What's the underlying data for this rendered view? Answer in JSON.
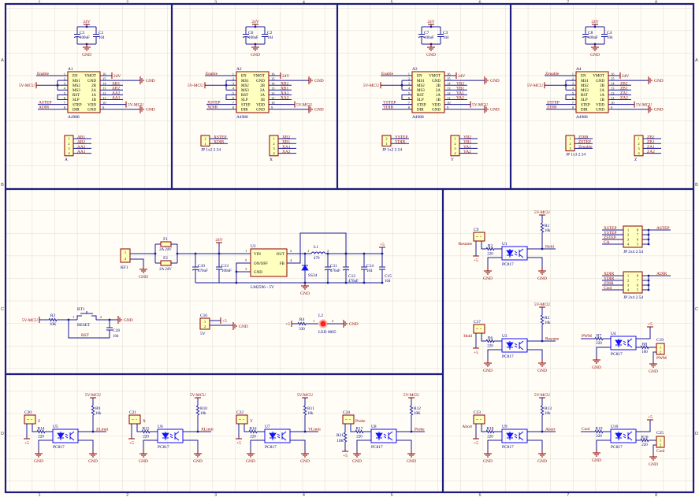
{
  "sheet": {
    "columns": [
      "1",
      "2",
      "3",
      "4",
      "5",
      "6",
      "7",
      "8"
    ],
    "rows": [
      "A",
      "B",
      "C",
      "D"
    ]
  },
  "colors": {
    "wire": "#1a1a9a",
    "border": "#1c1c80",
    "component": "#8b0000",
    "component_fill": "#ffffc0",
    "optocoupler": "#1010ff",
    "net_label": "#8b0000",
    "background": "#fffdf6",
    "grid": "#dcdcd2"
  },
  "a4988_pins": {
    "left": [
      "EN",
      "MS1",
      "MS2",
      "MS3",
      "RST",
      "SLP",
      "STEP",
      "DIR"
    ],
    "right": [
      "VMOT",
      "GND",
      "2B",
      "2A",
      "1A",
      "1B",
      "VDD",
      "GND"
    ],
    "left_numbers": [
      "1",
      "2",
      "3",
      "4",
      "5",
      "6",
      "7",
      "8"
    ],
    "right_numbers": [
      "16",
      "15",
      "14",
      "13",
      "12",
      "11",
      "10",
      "9"
    ]
  },
  "drivers": [
    {
      "designator": "A1",
      "part": "A4988",
      "cap_polar": {
        "designator": "C5",
        "value": "100uF"
      },
      "cap": {
        "designator": "C1",
        "value": "104"
      },
      "vmot": "24V",
      "gnd": "GND",
      "enable": "Enable",
      "mcu": "5V-MCU",
      "step": "ASTEP",
      "dir": "ADIR",
      "coils": [
        "AB1",
        "AB2",
        "AA2",
        "AA1"
      ],
      "connectors": [
        {
          "designator": "A",
          "part": "",
          "pins": [
            "1",
            "2",
            "3",
            "4"
          ],
          "nets": [
            "AB1",
            "AB2",
            "AA2",
            "AA1"
          ]
        }
      ]
    },
    {
      "designator": "A2",
      "part": "A4988",
      "cap_polar": {
        "designator": "C6",
        "value": "100uF"
      },
      "cap": {
        "designator": "C2",
        "value": "104"
      },
      "vmot": "24V",
      "gnd": "GND",
      "enable": "Enable",
      "mcu": "5V-MCU",
      "step": "XSTEP",
      "dir": "XDIR",
      "coils": [
        "XB2",
        "XB1",
        "XA1",
        "XA2"
      ],
      "connectors": [
        {
          "designator": "",
          "part": "JP 1x2 2.54",
          "pins": [
            "2",
            "1"
          ],
          "nets": [
            "XSTEP",
            "XDIR"
          ]
        },
        {
          "designator": "X",
          "part": "",
          "pins": [
            "1",
            "2",
            "3",
            "4"
          ],
          "nets": [
            "XB2",
            "XB1",
            "XA1",
            "XA2"
          ]
        }
      ]
    },
    {
      "designator": "A3",
      "part": "A4988",
      "cap_polar": {
        "designator": "C7",
        "value": "100uF"
      },
      "cap": {
        "designator": "C3",
        "value": "104"
      },
      "vmot": "24V",
      "gnd": "GND",
      "enable": "Enable",
      "mcu": "5V-MCU",
      "step": "YSTEP",
      "dir": "YDIR",
      "coils": [
        "YB2",
        "YB1",
        "YA1",
        "YA2"
      ],
      "connectors": [
        {
          "designator": "",
          "part": "JP 1x2 2.54",
          "pins": [
            "2",
            "1"
          ],
          "nets": [
            "YSTEP",
            "YDIR"
          ]
        },
        {
          "designator": "Y",
          "part": "",
          "pins": [
            "1",
            "2",
            "3",
            "4"
          ],
          "nets": [
            "YB2",
            "YB1",
            "YA1",
            "YA2"
          ]
        }
      ]
    },
    {
      "designator": "A4",
      "part": "A4988",
      "cap_polar": {
        "designator": "C8",
        "value": "100uF"
      },
      "cap": {
        "designator": "C4",
        "value": "104"
      },
      "vmot": "24V",
      "gnd": "GND",
      "enable": "Zenable",
      "mcu": "5V-MCU",
      "step": "ZSTEP",
      "dir": "ZDIR",
      "coils": [
        "ZB2",
        "ZB1",
        "ZA1",
        "ZA2"
      ],
      "connectors": [
        {
          "designator": "",
          "part": "JP 1x3 2.54",
          "pins": [
            "1",
            "2",
            "3"
          ],
          "nets": [
            "ZDIR",
            "ZSTEP",
            "Zenable"
          ]
        },
        {
          "designator": "Z",
          "part": "",
          "pins": [
            "1",
            "2",
            "3",
            "4"
          ],
          "nets": [
            "ZB2",
            "ZB1",
            "ZA1",
            "ZA2"
          ]
        }
      ]
    }
  ],
  "power": {
    "kf1": {
      "designator": "KF1",
      "pins": [
        "1",
        "2"
      ],
      "gnd": "GND"
    },
    "f1": {
      "designator": "F1",
      "value": "2A 24V"
    },
    "f2": {
      "designator": "F2",
      "value": "2A 24V"
    },
    "v24": "24V",
    "c10": {
      "designator": "C10",
      "value": "470uF"
    },
    "c13": {
      "designator": "C13",
      "value": "100nF"
    },
    "u2": {
      "designator": "U2",
      "part": "LM2596 - 5V",
      "pins": {
        "vin": "VIN",
        "onoff": "ON/OFF",
        "gnd": "GND",
        "out": "OUT",
        "fb": "FB"
      },
      "pin_numbers": {
        "vin": "1",
        "onoff": "5",
        "gnd": "3",
        "out": "2",
        "fb": "4"
      }
    },
    "diode": {
      "designator": "SS34"
    },
    "l1": {
      "designator": "L1",
      "value": "470",
      "pins": [
        "1",
        "2"
      ]
    },
    "c11": {
      "designator": "C11",
      "value": "470uF"
    },
    "c12": {
      "designator": "C12",
      "value": "470uF"
    },
    "c14": {
      "designator": "C14",
      "value": "104"
    },
    "c15": {
      "designator": "C15",
      "value": "104"
    },
    "v5": "+5",
    "gnd": "GND",
    "c16": {
      "designator": "C16",
      "value": "5V",
      "pins": [
        "1",
        "2"
      ],
      "plus": "+5",
      "gnd": "GND"
    },
    "r4": {
      "designator": "R4",
      "value": "330",
      "plus": "+5"
    },
    "led": {
      "designator": "L2",
      "value": "LED 0805",
      "pins": [
        "1",
        "2"
      ],
      "gnd": "GND"
    },
    "reset": {
      "mcu": "5V-MCU",
      "r3": {
        "designator": "R3",
        "value": "10K"
      },
      "button": {
        "designator": "BT1",
        "value": "RESET",
        "pins": [
          "1",
          "2"
        ]
      },
      "c18": {
        "designator": "C18",
        "value": "104"
      },
      "net": "RST"
    }
  },
  "headers": [
    {
      "part": "JP 2x4 2.54",
      "pins_left": [
        "1",
        "2",
        "3",
        "4"
      ],
      "pins_right": [
        "8",
        "7",
        "6",
        "5"
      ],
      "nets_left": [
        "XSTEP",
        "YSTEP",
        "ZSTEP",
        "CA"
      ],
      "net_right": "ASTEP"
    },
    {
      "part": "JP 2x4 2.54",
      "pins_left": [
        "1",
        "2",
        "3",
        "4"
      ],
      "pins_right": [
        "8",
        "7",
        "6",
        "5"
      ],
      "nets_left": [
        "XDIR",
        "YDIR",
        "ZDIR",
        "Cool"
      ],
      "net_right": "ADIR"
    }
  ],
  "optos": [
    {
      "type": "std",
      "designator": "U1",
      "part": "PC817",
      "connector": "C9",
      "input": "Resume",
      "r_in": {
        "designator": "R2",
        "value": "220"
      },
      "r_pu": {
        "designator": "R1",
        "value": "10k"
      },
      "output": "Hold",
      "supply": "5V-MCU",
      "plus": "+5",
      "gnd": "GND"
    },
    {
      "type": "std",
      "designator": "U3",
      "part": "PC817",
      "connector": "C17",
      "input": "Hold",
      "r_in": {
        "designator": "R6",
        "value": "220"
      },
      "r_pu": {
        "designator": "R5",
        "value": "10k"
      },
      "output": "Resume",
      "supply": "5V-MCU",
      "plus": "+5",
      "gnd": "GND"
    },
    {
      "type": "pwm",
      "designator": "U4",
      "part": "PC817",
      "connector": "C19",
      "input": "PWM",
      "r_in": {
        "designator": "R7",
        "value": "220"
      },
      "r_out": {
        "designator": "R8",
        "value": "100"
      },
      "output": "PWM",
      "pins": [
        "1",
        "2"
      ],
      "plus": "+5",
      "gnd": "GND"
    },
    {
      "type": "std",
      "designator": "U5",
      "part": "PC817",
      "connector": "C20",
      "input": "Z",
      "r_in": {
        "designator": "R14",
        "value": "220"
      },
      "r_pu": {
        "designator": "R9",
        "value": "10k"
      },
      "output": "ZLimit",
      "supply": "5V-MCU",
      "plus": "+5",
      "gnd": "GND"
    },
    {
      "type": "std",
      "designator": "U6",
      "part": "PC817",
      "connector": "C21",
      "input": "X",
      "r_in": {
        "designator": "R15",
        "value": "220"
      },
      "r_pu": {
        "designator": "R10",
        "value": "10k"
      },
      "output": "XLimit",
      "supply": "5V-MCU",
      "plus": "+5",
      "gnd": "GND"
    },
    {
      "type": "std",
      "designator": "U7",
      "part": "PC817",
      "connector": "C22",
      "input": "Y",
      "r_in": {
        "designator": "R16",
        "value": "220"
      },
      "r_pu": {
        "designator": "R11",
        "value": "10k"
      },
      "output": "YLimit",
      "supply": "5V-MCU",
      "plus": "+5",
      "gnd": "GND"
    },
    {
      "type": "probe",
      "designator": "U8",
      "part": "PC817",
      "connector": "C24",
      "input": "Probe",
      "r_in": {
        "designator": "R17",
        "value": "220"
      },
      "r_pu": {
        "designator": "R12",
        "value": "10K"
      },
      "r_pd": {
        "designator": "R21",
        "value": "10K"
      },
      "output": "Probe",
      "supply": "5V-MCU",
      "plus": "+5",
      "gnd": "GND"
    },
    {
      "type": "std",
      "designator": "U9",
      "part": "PC817",
      "connector": "C23",
      "input": "Abort",
      "r_in": {
        "designator": "R18",
        "value": "220"
      },
      "r_pu": {
        "designator": "R13",
        "value": "10k"
      },
      "output": "Abort",
      "supply": "5V-MCU",
      "plus": "+5",
      "gnd": "GND"
    },
    {
      "type": "pwm",
      "designator": "U10",
      "part": "PC817",
      "connector": "C25",
      "input": "Cool",
      "r_in": {
        "designator": "R19",
        "value": "220"
      },
      "r_out": {
        "designator": "R20",
        "value": "220"
      },
      "output": "Cool",
      "pins": [
        "1",
        "2"
      ],
      "plus": "+5",
      "gnd": "GND"
    }
  ]
}
